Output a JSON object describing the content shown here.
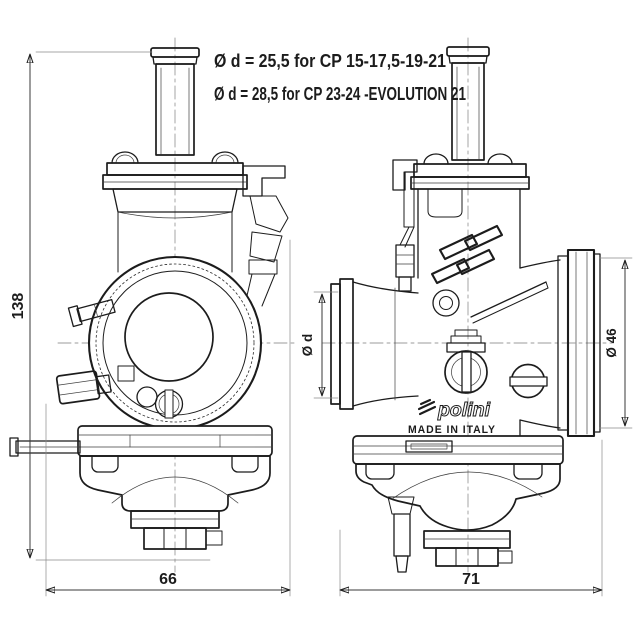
{
  "notes": {
    "line1": "Ø d = 25,5  for CP 15-17,5-19-21",
    "line2": "Ø d = 28,5  for CP 23-24 -EVOLUTION  21"
  },
  "dimensions": {
    "overall_height": "138",
    "front_view_width": "66",
    "side_view_width": "71",
    "bore_diameter": "Ø d",
    "outlet_diameter": "Ø 46"
  },
  "branding": {
    "logo_text": "polini",
    "origin_text": "MADE IN ITALY"
  },
  "colors": {
    "line": "#1c1c1c",
    "dimension": "#3a3a3a",
    "centerline": "#9b9b9b",
    "background": "#ffffff"
  }
}
